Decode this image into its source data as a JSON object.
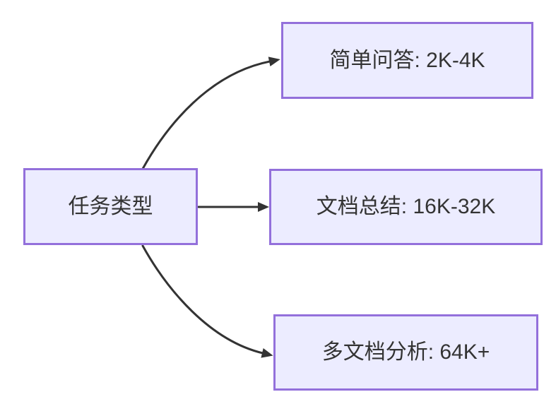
{
  "diagram": {
    "type": "flowchart-left-to-right",
    "nodes": [
      {
        "id": "root",
        "label": "任务类型"
      },
      {
        "id": "qa",
        "label": "简单问答: 2K-4K"
      },
      {
        "id": "summary",
        "label": "文档总结: 16K-32K"
      },
      {
        "id": "multidoc",
        "label": "多文档分析: 64K+"
      }
    ],
    "edges": [
      {
        "from": "root",
        "to": "qa"
      },
      {
        "from": "root",
        "to": "summary"
      },
      {
        "from": "root",
        "to": "multidoc"
      }
    ]
  },
  "colors": {
    "background": "#ffffff",
    "node_fill": "#ECECFF",
    "node_border": "#9370DB",
    "edge": "#333333",
    "text": "#333333"
  }
}
